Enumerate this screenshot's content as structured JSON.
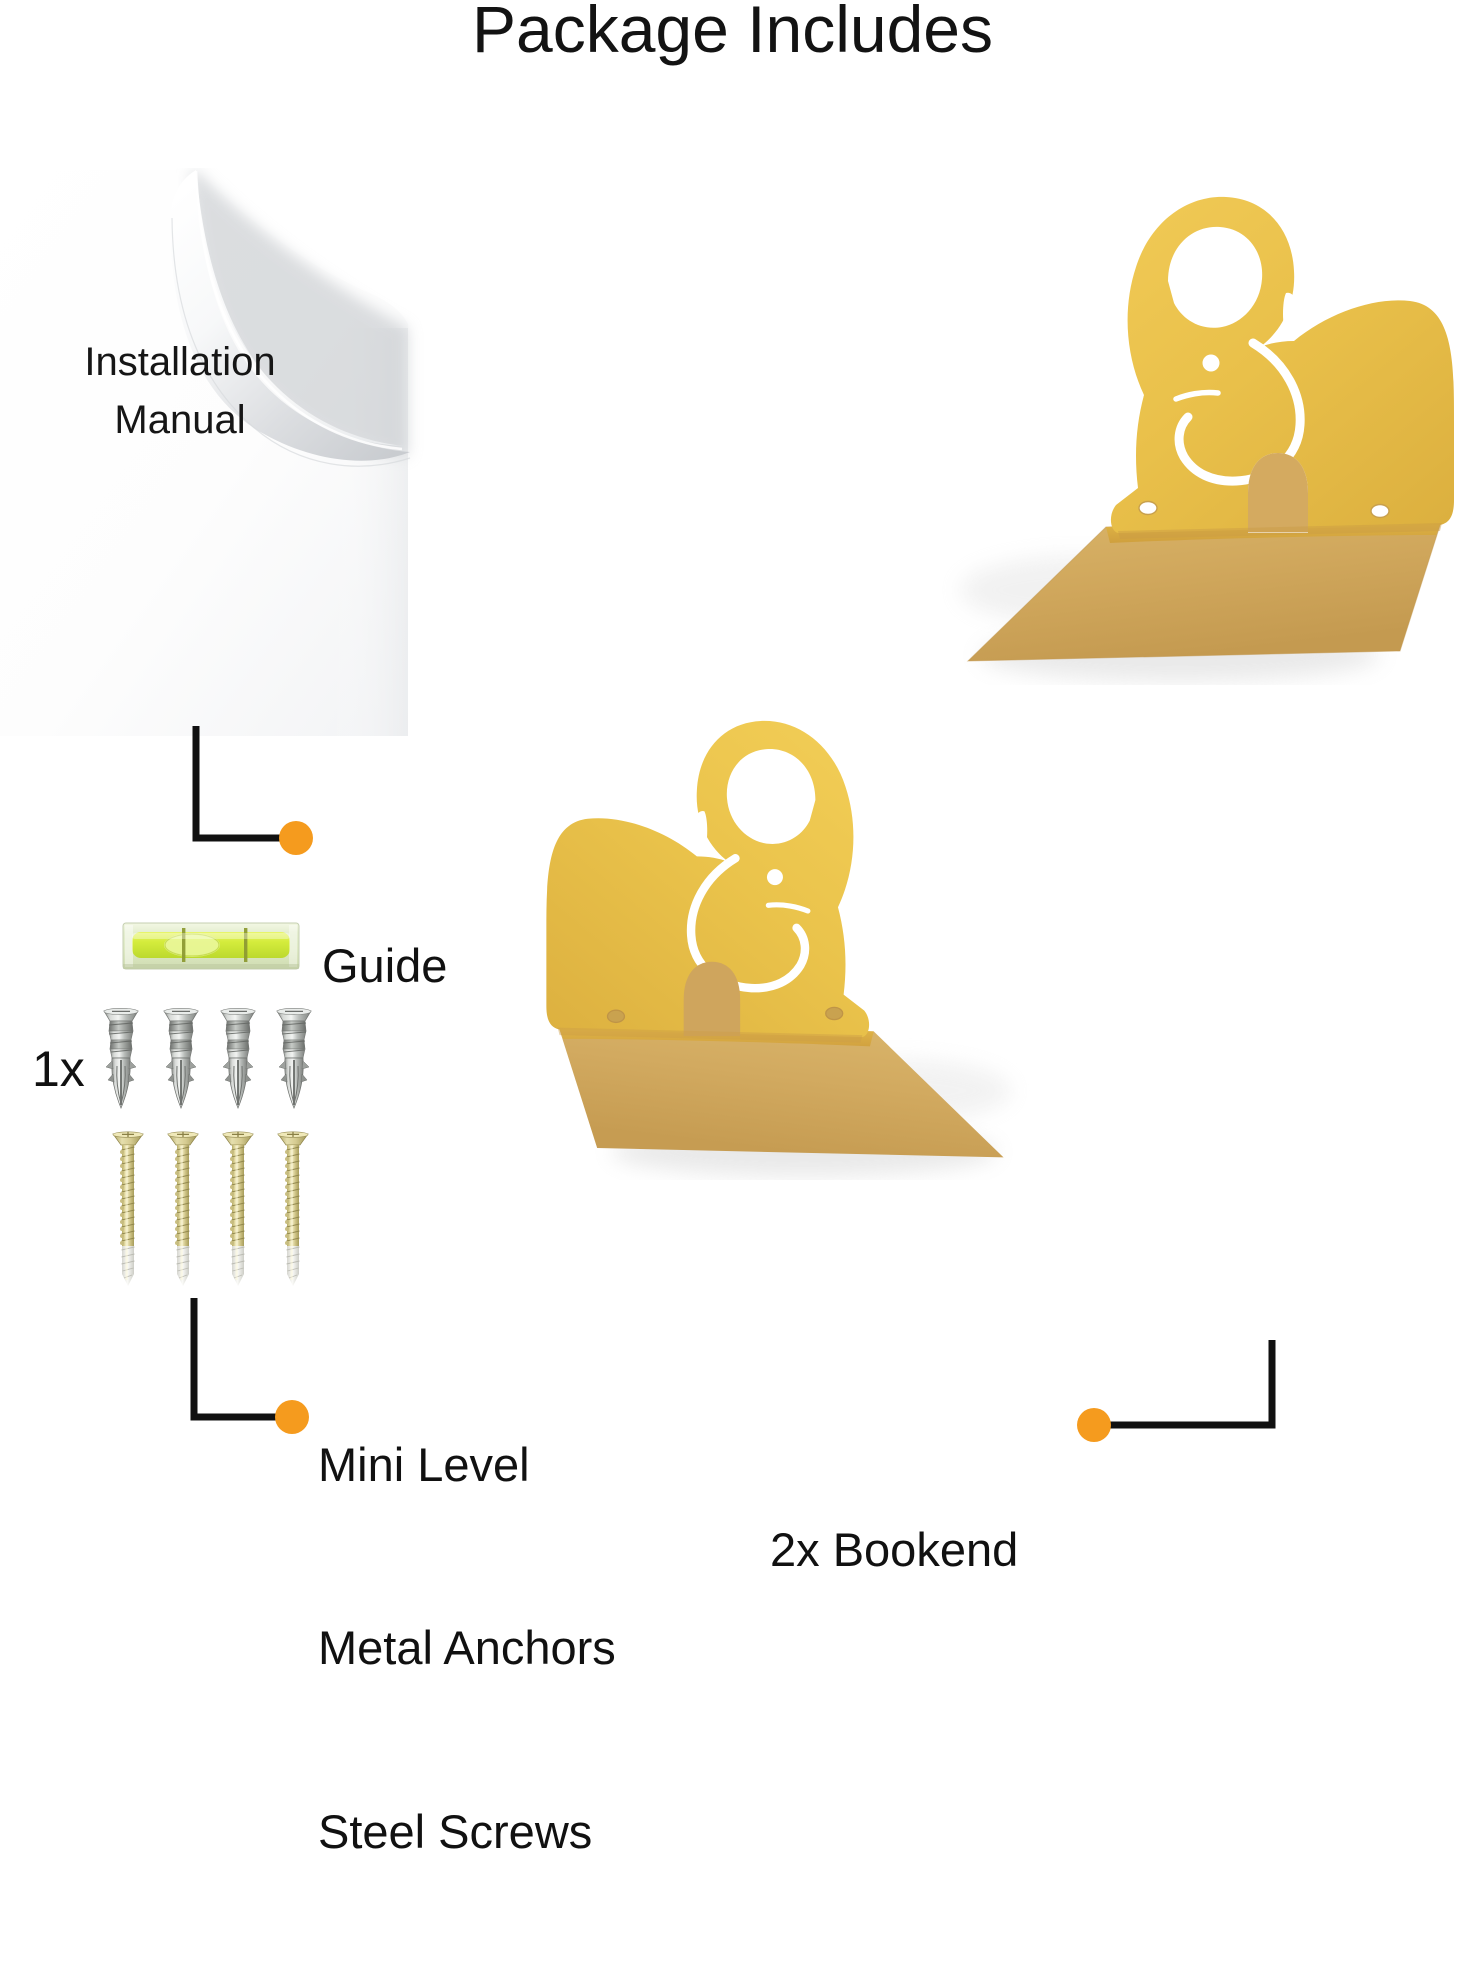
{
  "page": {
    "title": "Package Includes",
    "background_color": "#ffffff",
    "accent_color": "#F59B1E",
    "text_color": "#111111"
  },
  "manual": {
    "line1": "Installation",
    "line2": "Manual",
    "paper_color": "#ffffff"
  },
  "callouts": [
    {
      "id": "guide",
      "label": "Guide",
      "dot_color": "#F59B1E",
      "lines": [
        "Guide"
      ]
    },
    {
      "id": "hardware",
      "label": "Mini Level / Metal Anchors / Steel Screws",
      "dot_color": "#F59B1E",
      "lines": [
        "Mini Level",
        "Metal Anchors",
        "Steel Screws"
      ]
    },
    {
      "id": "bookend",
      "label": "2x Bookend",
      "dot_color": "#F59B1E",
      "lines": [
        "2x Bookend"
      ]
    }
  ],
  "hardware": {
    "quantity_label": "1x",
    "mini_level": {
      "name": "mini-level",
      "count": 1,
      "vial_color": "#CFE83A",
      "body_color": "#EAF3C9"
    },
    "metal_anchors": {
      "name": "metal-anchors",
      "count": 4,
      "color": "#A9ABA8"
    },
    "steel_screws": {
      "name": "steel-screws",
      "count": 4,
      "color": "#CFC37A"
    }
  },
  "bookends": {
    "count": 2,
    "label": "2x Bookend",
    "body_color": "#E9C04A",
    "base_color": "#D2AA5F",
    "cutout_color": "#ffffff",
    "items": [
      {
        "id": "bookend-top",
        "facing": "left"
      },
      {
        "id": "bookend-bottom",
        "facing": "right"
      }
    ]
  },
  "colors": {
    "elephant_yellow": "#E9C04A",
    "elephant_yellow_dark": "#D9AE3C",
    "base_tan": "#D2AA5F",
    "orange_dot": "#F59B1E",
    "line_black": "#111111"
  }
}
